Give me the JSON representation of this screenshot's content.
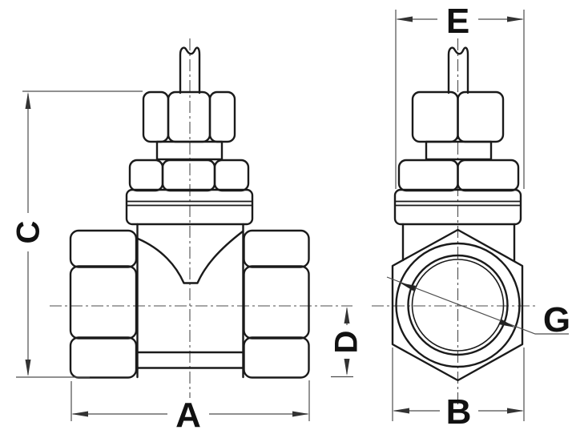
{
  "drawing_type": "valve-two-view-technical-drawing",
  "colors": {
    "background": "#ffffff",
    "object_line": "#1a1a1a",
    "thin_line": "#4d4d4d",
    "label_text": "#111111"
  },
  "dimension_labels": {
    "a": "A",
    "b": "B",
    "c": "C",
    "d": "D",
    "e": "E"
  },
  "thread_label": {
    "g": "G"
  }
}
